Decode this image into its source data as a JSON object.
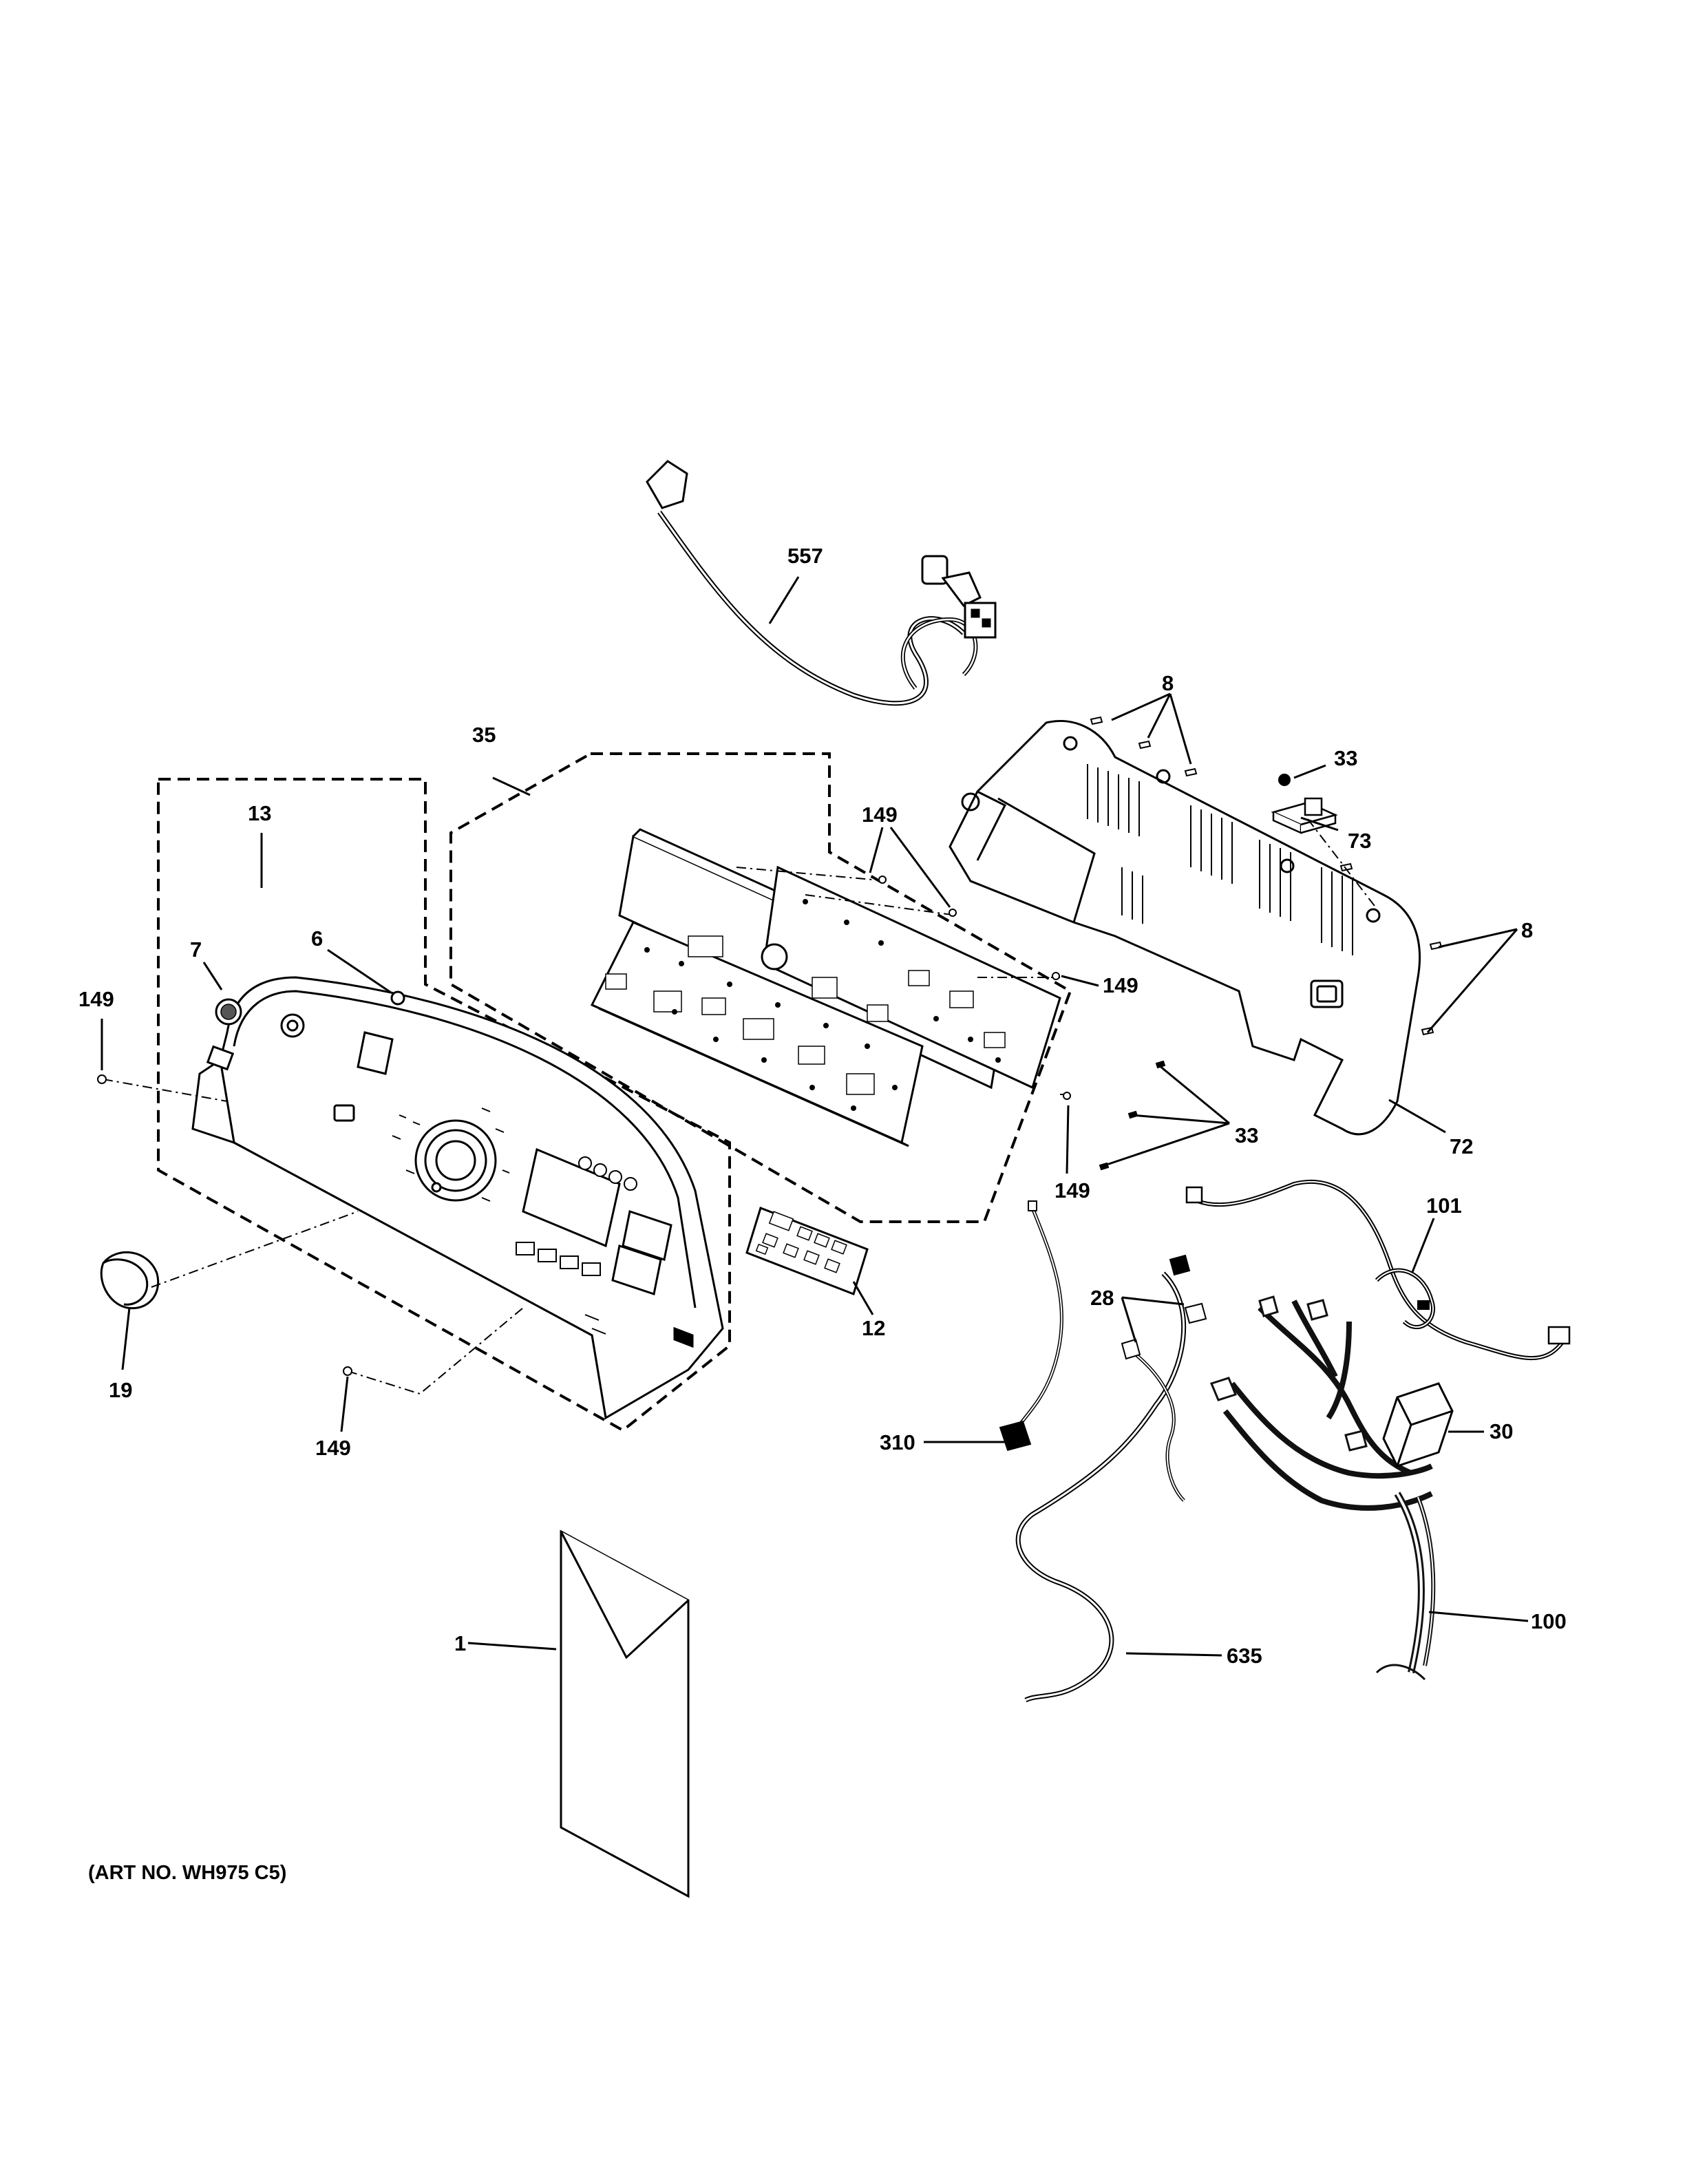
{
  "diagram": {
    "art_number": "(ART NO. WH975 C5)",
    "callouts": [
      "557",
      "8",
      "33",
      "73",
      "35",
      "149",
      "13",
      "7",
      "6",
      "149",
      "149",
      "8",
      "149",
      "33",
      "72",
      "149",
      "101",
      "12",
      "28",
      "30",
      "19",
      "149",
      "310",
      "100",
      "1",
      "635"
    ]
  },
  "colors": {
    "line": "#000000",
    "background": "#ffffff",
    "shade": "#1a1a1a"
  }
}
